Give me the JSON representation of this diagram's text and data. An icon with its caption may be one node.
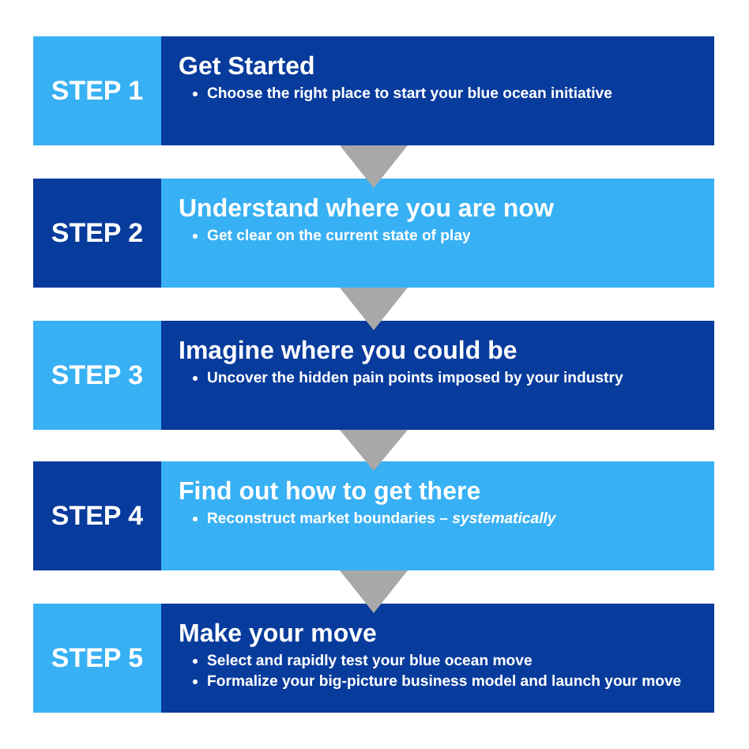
{
  "diagram": {
    "nodes": [
      {
        "text": [
          "STEP 1",
          "Get Started",
          "Choose the right place to start your blue ocean initiative"
        ]
      },
      {
        "text": [
          "STEP 2",
          "Understand where you are now",
          "Get clear on the current state of play"
        ]
      },
      {
        "text": [
          "STEP 3",
          "Imagine where you could be",
          "Uncover the hidden pain points imposed by your industry"
        ]
      },
      {
        "text": [
          "STEP 4",
          "Find out how to get there",
          "Reconstruct market boundaries – *systematically*"
        ]
      },
      {
        "text": [
          "STEP 5",
          "Make your move",
          "Select and rapidly test your blue ocean move",
          "Formalize your big-picture business model and launch your move"
        ]
      }
    ],
    "edges": [
      {
        "from": 0,
        "to": 1,
        "arrow": "to"
      },
      {
        "from": 1,
        "to": 2,
        "arrow": "to"
      },
      {
        "from": 2,
        "to": 3,
        "arrow": "to"
      },
      {
        "from": 3,
        "to": 4,
        "arrow": "to"
      }
    ]
  }
}
